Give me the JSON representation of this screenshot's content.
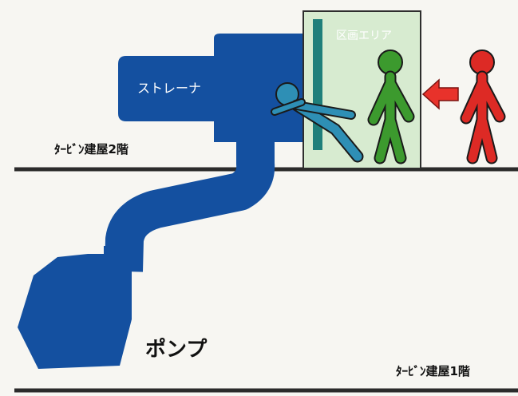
{
  "labels": {
    "strainer": "ストレーナ",
    "pump": "ポンプ",
    "zone_area": "区画エリア",
    "floor_2": "ﾀｰﾋﾞﾝ建屋2階",
    "floor_1": "ﾀｰﾋﾞﾝ建屋1階"
  },
  "colors": {
    "background": "#f7f6f2",
    "pipe_blue": "#1450a0",
    "zone_green": "#d7ebd0",
    "zone_border": "#2e2e2e",
    "door_teal": "#1f7f7a",
    "worker_green": "#3c9a2e",
    "worker_red": "#dd2a25",
    "worker_teal_blue": "#2e8fb5",
    "arrow_red": "#e8322b",
    "floor_line": "#2b2b2b",
    "text_dark": "#111111",
    "text_white": "#ffffff"
  },
  "icons": {
    "fallen_worker": "fallen-worker-figure",
    "standing_worker": "standing-worker-figure",
    "approaching_worker": "approaching-worker-figure",
    "entry_arrow": "left-arrow-icon"
  }
}
